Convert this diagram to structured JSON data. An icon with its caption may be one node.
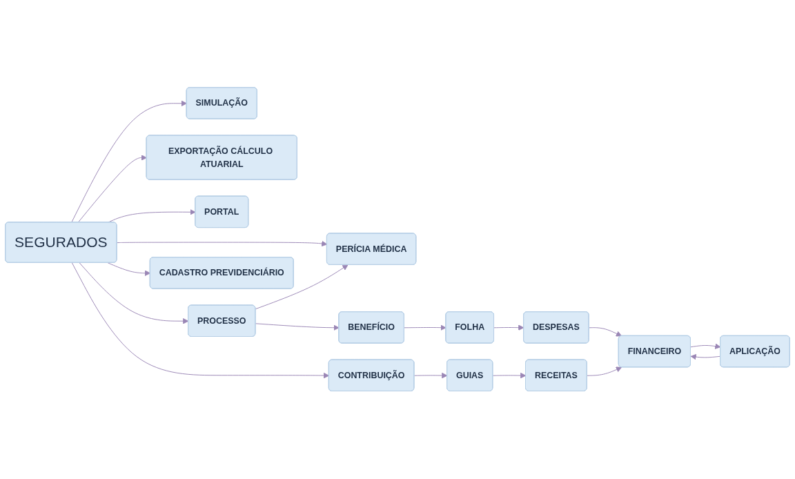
{
  "diagram": {
    "nodes": [
      {
        "text": [
          "SIMULAÇÃO"
        ]
      },
      {
        "text": [
          "EXPORTAÇÃO CÁLCULO ATUARIAL"
        ]
      },
      {
        "text": [
          "PORTAL"
        ]
      },
      {
        "text": [
          "SEGURADOS"
        ]
      },
      {
        "text": [
          "PERÍCIA MÉDICA"
        ]
      },
      {
        "text": [
          "PROCESSO"
        ]
      },
      {
        "text": [
          "BENEFÍCIO"
        ]
      },
      {
        "text": [
          "FOLHA"
        ]
      },
      {
        "text": [
          "CADASTRO PREVIDENCIÁRIO"
        ]
      },
      {
        "text": [
          "DESPESAS"
        ]
      },
      {
        "text": [
          "CONTRIBUIÇÃO"
        ]
      },
      {
        "text": [
          "GUIAS"
        ]
      },
      {
        "text": [
          "RECEITAS"
        ]
      },
      {
        "text": [
          "FINANCEIRO"
        ]
      },
      {
        "text": [
          "APLICAÇÃO"
        ]
      }
    ],
    "edges": [
      {
        "from": 3,
        "to": 0,
        "arrow": "to"
      },
      {
        "from": 3,
        "to": 1,
        "arrow": "to"
      },
      {
        "from": 3,
        "to": 2,
        "arrow": "to"
      },
      {
        "from": 3,
        "to": 4,
        "arrow": "to"
      },
      {
        "from": 3,
        "to": 5,
        "arrow": "to"
      },
      {
        "from": 3,
        "to": 8,
        "arrow": "to"
      },
      {
        "from": 3,
        "to": 10,
        "arrow": "to"
      },
      {
        "from": 5,
        "to": 4,
        "arrow": "to"
      },
      {
        "from": 5,
        "to": 6,
        "arrow": "to"
      },
      {
        "from": 6,
        "to": 7,
        "arrow": "to"
      },
      {
        "from": 7,
        "to": 9,
        "arrow": "to"
      },
      {
        "from": 9,
        "to": 13,
        "arrow": "to"
      },
      {
        "from": 10,
        "to": 11,
        "arrow": "to"
      },
      {
        "from": 11,
        "to": 12,
        "arrow": "to"
      },
      {
        "from": 12,
        "to": 13,
        "arrow": "to"
      },
      {
        "from": 13,
        "to": 14,
        "arrow": "to"
      },
      {
        "from": 14,
        "to": 13,
        "arrow": "to"
      }
    ]
  }
}
